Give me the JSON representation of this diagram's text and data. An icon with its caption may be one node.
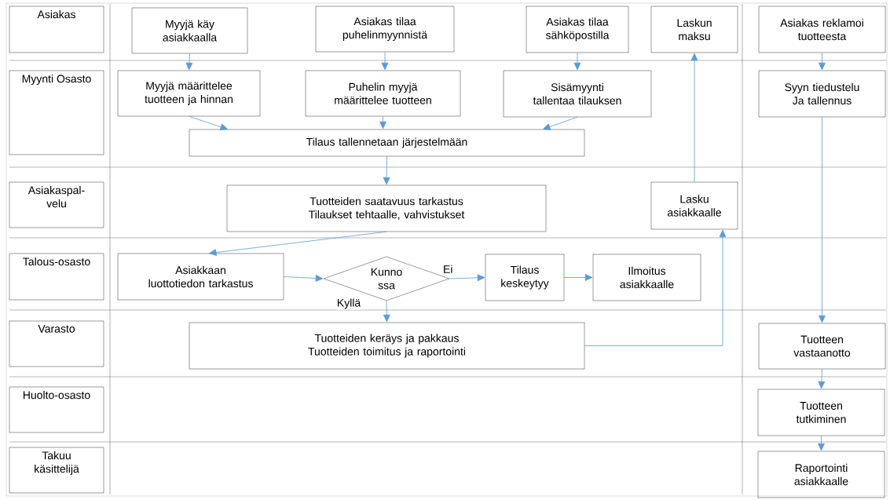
{
  "diagram": {
    "nodes": [
      {
        "text": [
          "Asiakas"
        ]
      },
      {
        "text": [
          "Myynti Osasto"
        ]
      },
      {
        "text": [
          "Asiakaspal-velu"
        ]
      },
      {
        "text": [
          "Talous-osasto"
        ]
      },
      {
        "text": [
          "Varasto"
        ]
      },
      {
        "text": [
          "Huolto-osasto"
        ]
      },
      {
        "text": [
          "Takuu käsittelijä"
        ]
      },
      {
        "text": [
          "Myyjä käy asiakkaalla"
        ]
      },
      {
        "text": [
          "Asiakas tilaa puhelinmyynnistä"
        ]
      },
      {
        "text": [
          "Asiakas tilaa sähköpostilla"
        ]
      },
      {
        "text": [
          "Laskun maksu"
        ]
      },
      {
        "text": [
          "Asiakas reklamoi tuotteesta"
        ]
      },
      {
        "text": [
          "Myyjä määrittelee tuotteen ja hinnan"
        ]
      },
      {
        "text": [
          "Puhelin myyjä määrittelee tuotteen"
        ]
      },
      {
        "text": [
          "Sisämyynti tallentaa tilauksen"
        ]
      },
      {
        "text": [
          "Syyn tiedustelu Ja tallennus"
        ]
      },
      {
        "text": [
          "Tilaus tallennetaan järjestelmään"
        ]
      },
      {
        "text": [
          "Tuotteiden saatavuus tarkastus Tilaukset tehtaalle, vahvistukset"
        ]
      },
      {
        "text": [
          "Lasku asiakkaalle"
        ]
      },
      {
        "text": [
          "Asiakkaan luottotiedon tarkastus"
        ]
      },
      {
        "text": [
          "Kunno ssa"
        ]
      },
      {
        "text": [
          "Tilaus keskeytyy"
        ]
      },
      {
        "text": [
          "Ilmoitus asiakkaalle"
        ]
      },
      {
        "text": [
          "Tuotteiden keräys ja pakkaus Tuotteiden toimitus ja raportointi"
        ]
      },
      {
        "text": [
          "Tuotteen vastaanotto"
        ]
      },
      {
        "text": [
          "Tuotteen tutkiminen"
        ]
      },
      {
        "text": [
          "Raportointi asiakkaalle"
        ]
      }
    ],
    "edges": [
      {
        "from": 7,
        "to": 12,
        "arrow": "to"
      },
      {
        "from": 8,
        "to": 13,
        "arrow": "to"
      },
      {
        "from": 9,
        "to": 14,
        "arrow": "to"
      },
      {
        "from": 12,
        "to": 16,
        "arrow": "to"
      },
      {
        "from": 13,
        "to": 16,
        "arrow": "to"
      },
      {
        "from": 14,
        "to": 16,
        "arrow": "to"
      },
      {
        "from": 16,
        "to": 17,
        "arrow": "to"
      },
      {
        "from": 17,
        "to": 19,
        "arrow": "to"
      },
      {
        "from": 19,
        "to": 20,
        "arrow": "to"
      },
      {
        "from": 20,
        "to": 21,
        "label": "Ei",
        "arrow": "to"
      },
      {
        "from": 21,
        "to": 22,
        "arrow": "to"
      },
      {
        "from": 20,
        "to": 23,
        "label": "Kyllä",
        "arrow": "to"
      },
      {
        "from": 23,
        "to": 18,
        "arrow": "to"
      },
      {
        "from": 18,
        "to": 10,
        "arrow": "to"
      },
      {
        "from": 11,
        "to": 15,
        "arrow": "to"
      },
      {
        "from": 15,
        "to": 24,
        "arrow": "to"
      },
      {
        "from": 24,
        "to": 25,
        "arrow": "to"
      },
      {
        "from": 25,
        "to": 26,
        "arrow": "to"
      }
    ]
  }
}
